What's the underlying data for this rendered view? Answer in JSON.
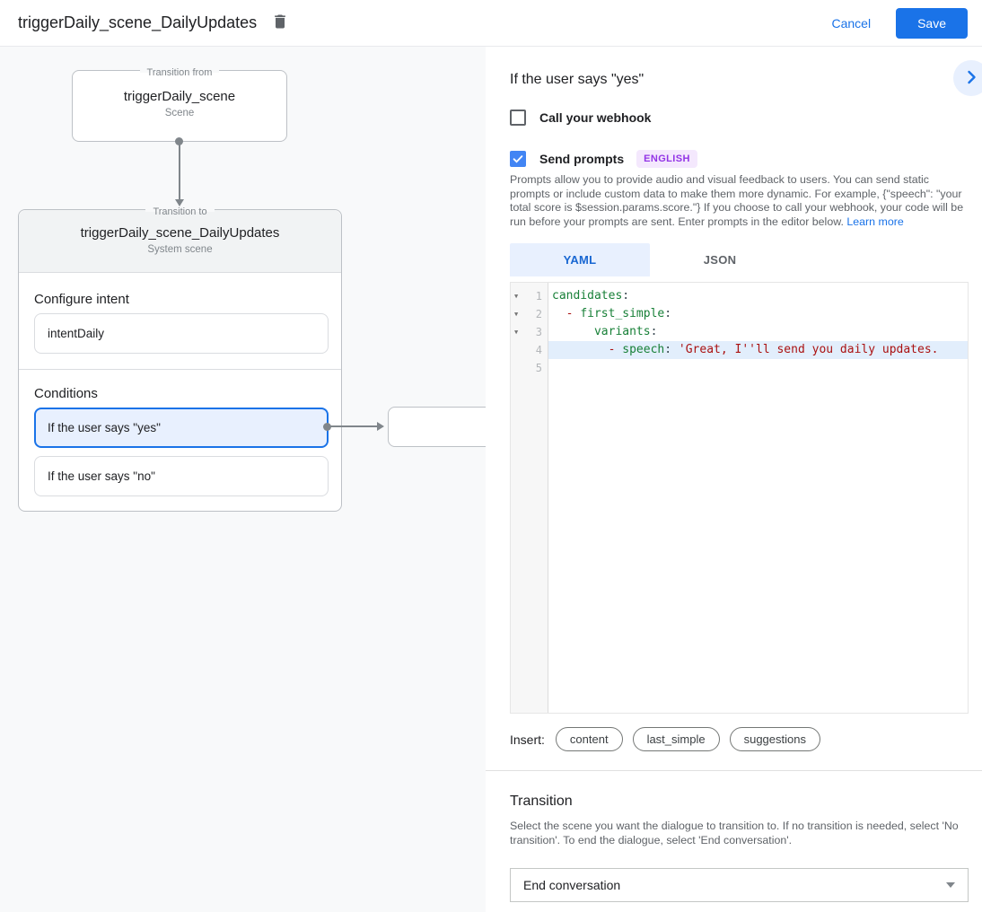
{
  "top_bar": {
    "title": "triggerDaily_scene_DailyUpdates",
    "cancel_label": "Cancel",
    "save_label": "Save"
  },
  "canvas": {
    "from_node": {
      "legend": "Transition from",
      "title": "triggerDaily_scene",
      "subtitle": "Scene"
    },
    "to_node": {
      "legend": "Transition to",
      "title": "triggerDaily_scene_DailyUpdates",
      "subtitle": "System scene",
      "intent_section_label": "Configure intent",
      "intent_value": "intentDaily",
      "conditions_label": "Conditions",
      "conditions": [
        {
          "label": "If the user says \"yes\"",
          "selected": true
        },
        {
          "label": "If the user says \"no\"",
          "selected": false
        }
      ]
    }
  },
  "panel": {
    "title": "If the user says \"yes\"",
    "webhook_checkbox": {
      "label": "Call your webhook",
      "checked": false
    },
    "prompts_checkbox": {
      "label": "Send prompts",
      "checked": true,
      "badge": "ENGLISH"
    },
    "description": "Prompts allow you to provide audio and visual feedback to users. You can send static prompts or include custom data to make them more dynamic. For example, {\"speech\": \"your total score is $session.params.score.\"} If you choose to call your webhook, your code will be run before your prompts are sent. Enter prompts in the editor below. ",
    "learn_more_label": "Learn more",
    "tabs": [
      {
        "label": "YAML",
        "active": true
      },
      {
        "label": "JSON",
        "active": false
      }
    ],
    "editor": {
      "lines": [
        {
          "number": 1,
          "fold": true,
          "highlight": false,
          "tokens": [
            [
              "key",
              "candidates"
            ],
            [
              "plain",
              ":"
            ]
          ]
        },
        {
          "number": 2,
          "fold": true,
          "highlight": false,
          "tokens": [
            [
              "plain",
              "  "
            ],
            [
              "dash",
              "- "
            ],
            [
              "key",
              "first_simple"
            ],
            [
              "plain",
              ":"
            ]
          ]
        },
        {
          "number": 3,
          "fold": true,
          "highlight": false,
          "tokens": [
            [
              "plain",
              "      "
            ],
            [
              "key",
              "variants"
            ],
            [
              "plain",
              ":"
            ]
          ]
        },
        {
          "number": 4,
          "fold": false,
          "highlight": true,
          "tokens": [
            [
              "plain",
              "        "
            ],
            [
              "dash",
              "- "
            ],
            [
              "key",
              "speech"
            ],
            [
              "plain",
              ": "
            ],
            [
              "string",
              "'Great, I''ll send you daily updates."
            ]
          ]
        },
        {
          "number": 5,
          "fold": false,
          "highlight": false,
          "tokens": []
        }
      ]
    },
    "insert_label": "Insert:",
    "insert_chips": [
      "content",
      "last_simple",
      "suggestions"
    ],
    "transition": {
      "title": "Transition",
      "description": "Select the scene you want the dialogue to transition to. If no transition is needed, select 'No transition'. To end the dialogue, select 'End conversation'.",
      "dropdown_value": "End conversation"
    }
  },
  "colors": {
    "accent_blue": "#1a73e8",
    "checkbox_blue": "#4285f4",
    "selected_fill": "#e8f0fe",
    "badge_purple_text": "#9334e6",
    "badge_purple_bg": "#f4e8fd",
    "code_key_green": "#188038",
    "code_string_red": "#aa1111",
    "line_highlight": "#e2eefc"
  }
}
